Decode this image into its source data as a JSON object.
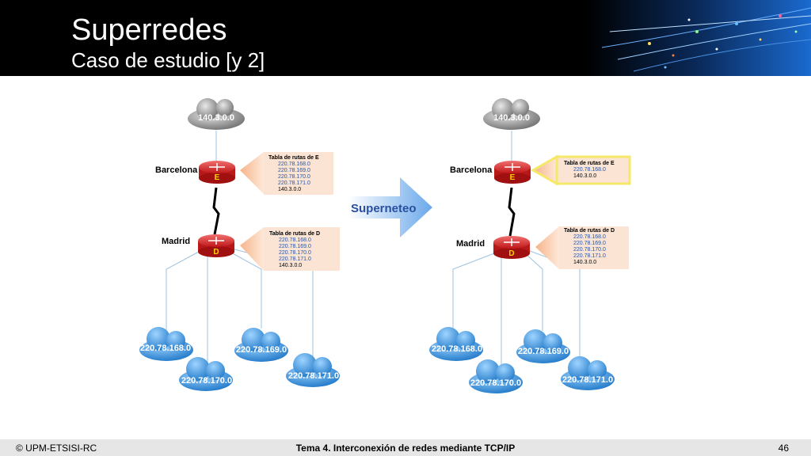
{
  "header": {
    "title": "Superredes",
    "subtitle": "Caso de estudio [y 2]"
  },
  "footer": {
    "left": "© UPM-ETSISI-RC",
    "center": "Tema 4. Interconexión de redes mediante TCP/IP",
    "page": "46"
  },
  "arrow_label": "Superneteo",
  "left": {
    "top_cloud": "140.3.0.0",
    "router_e_site": "Barcelona",
    "router_e": "E",
    "router_d_site": "Madrid",
    "router_d": "D",
    "table_e": {
      "title": "Tabla de rutas de E",
      "rows": [
        "220.78.168.0",
        "220.78.169.0",
        "220.78.170.0",
        "220.78.171.0",
        "140.3.0.0"
      ]
    },
    "table_d": {
      "title": "Tabla de rutas de D",
      "rows": [
        "220.78.168.0",
        "220.78.169.0",
        "220.78.170.0",
        "220.78.171.0",
        "140.3.0.0"
      ]
    },
    "clouds": [
      "220.78.168.0",
      "220.78.169.0",
      "220.78.170.0",
      "220.78.171.0"
    ]
  },
  "right": {
    "top_cloud": "140.3.0.0",
    "router_e_site": "Barcelona",
    "router_e": "E",
    "router_d_site": "Madrid",
    "router_d": "D",
    "table_e": {
      "title": "Tabla de rutas de E",
      "rows": [
        "220.78.168.0",
        "140.3.0.0"
      ]
    },
    "table_d": {
      "title": "Tabla de rutas de D",
      "rows": [
        "220.78.168.0",
        "220.78.169.0",
        "220.78.170.0",
        "220.78.171.0",
        "140.3.0.0"
      ]
    },
    "clouds": [
      "220.78.168.0",
      "220.78.169.0",
      "220.78.170.0",
      "220.78.171.0"
    ]
  },
  "colors": {
    "router": "#d42a2a",
    "cloud_blue": "#2e8fd6",
    "cloud_grey": "#8a8a8a",
    "table_bg": "#f9e3d2",
    "highlight": "#f5e96a"
  }
}
